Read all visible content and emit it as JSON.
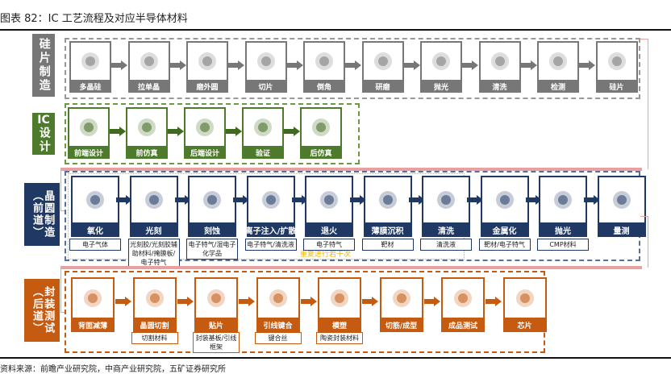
{
  "title": "图表 82：IC 工艺流程及对应半导体材料",
  "source": "资料来源：前瞻产业研究院，中商产业研究院，五矿证券研究所",
  "colors": {
    "wafer": "#777777",
    "design": "#4e7a2c",
    "front_end": "#1f3864",
    "back_end": "#c55a11",
    "repeat": "#f0b400",
    "connector": "#e8a0a0"
  },
  "wafer_making": {
    "label": "硅片制造",
    "steps": [
      {
        "name": "多晶硅",
        "icon": "polysilicon-icon"
      },
      {
        "name": "拉单晶",
        "icon": "crystal-pulling-icon"
      },
      {
        "name": "磨外圆",
        "icon": "ingot-grinding-icon"
      },
      {
        "name": "切片",
        "icon": "slicing-icon"
      },
      {
        "name": "倒角",
        "icon": "edge-rounding-icon"
      },
      {
        "name": "研磨",
        "icon": "lapping-icon"
      },
      {
        "name": "抛光",
        "icon": "polishing-icon"
      },
      {
        "name": "清洗",
        "icon": "cleaning-icon"
      },
      {
        "name": "检测",
        "icon": "inspection-icon"
      },
      {
        "name": "硅片",
        "icon": "wafer-icon"
      }
    ]
  },
  "ic_design": {
    "label": "IC设计",
    "label_line1": "IC",
    "label_line2": "设计",
    "steps": [
      {
        "name": "前端设计",
        "icon": "schematic-icon"
      },
      {
        "name": "前仿真",
        "icon": "simulation-icon"
      },
      {
        "name": "后端设计",
        "icon": "layout-icon"
      },
      {
        "name": "验证",
        "icon": "verification-icon"
      },
      {
        "name": "后仿真",
        "icon": "post-simulation-icon"
      }
    ]
  },
  "front_end": {
    "label": "晶圆制造（前道）",
    "repeat_note": "重复进行若干次",
    "steps": [
      {
        "name": "氧化",
        "material": "电子气体",
        "icon": "oxidation-icon"
      },
      {
        "name": "光刻",
        "material": "光刻胶/光刻胶辅助材料/掩膜板/电子特气",
        "icon": "lithography-icon"
      },
      {
        "name": "刻蚀",
        "material": "电子特气/湿电子化学品",
        "icon": "etching-icon"
      },
      {
        "name": "离子注入/扩散",
        "material": "电子特气/清洗液",
        "icon": "ion-implant-icon"
      },
      {
        "name": "退火",
        "material": "电子特气",
        "icon": "annealing-icon"
      },
      {
        "name": "薄膜沉积",
        "material": "靶材",
        "icon": "deposition-icon"
      },
      {
        "name": "清洗",
        "material": "清洗液",
        "icon": "cleaning-icon"
      },
      {
        "name": "金属化",
        "material": "靶材/电子特气",
        "icon": "metallization-icon"
      },
      {
        "name": "抛光",
        "material": "CMP材料",
        "icon": "cmp-icon"
      },
      {
        "name": "量测",
        "material": "",
        "icon": "metrology-icon"
      }
    ]
  },
  "back_end": {
    "label": "封装测试（后道）",
    "steps": [
      {
        "name": "背面减薄",
        "material": "",
        "icon": "back-grinding-icon"
      },
      {
        "name": "晶圆切割",
        "material": "切割材料",
        "icon": "dicing-icon"
      },
      {
        "name": "贴片",
        "material": "封装基板/引线框架",
        "icon": "die-attach-icon"
      },
      {
        "name": "引线键合",
        "material": "键合丝",
        "icon": "wire-bonding-icon"
      },
      {
        "name": "模塑",
        "material": "陶瓷封装材料",
        "icon": "molding-icon"
      },
      {
        "name": "切筋/成型",
        "material": "",
        "icon": "trim-form-icon"
      },
      {
        "name": "成品测试",
        "material": "",
        "icon": "final-test-icon"
      },
      {
        "name": "芯片",
        "material": "",
        "icon": "chip-icon"
      }
    ]
  }
}
